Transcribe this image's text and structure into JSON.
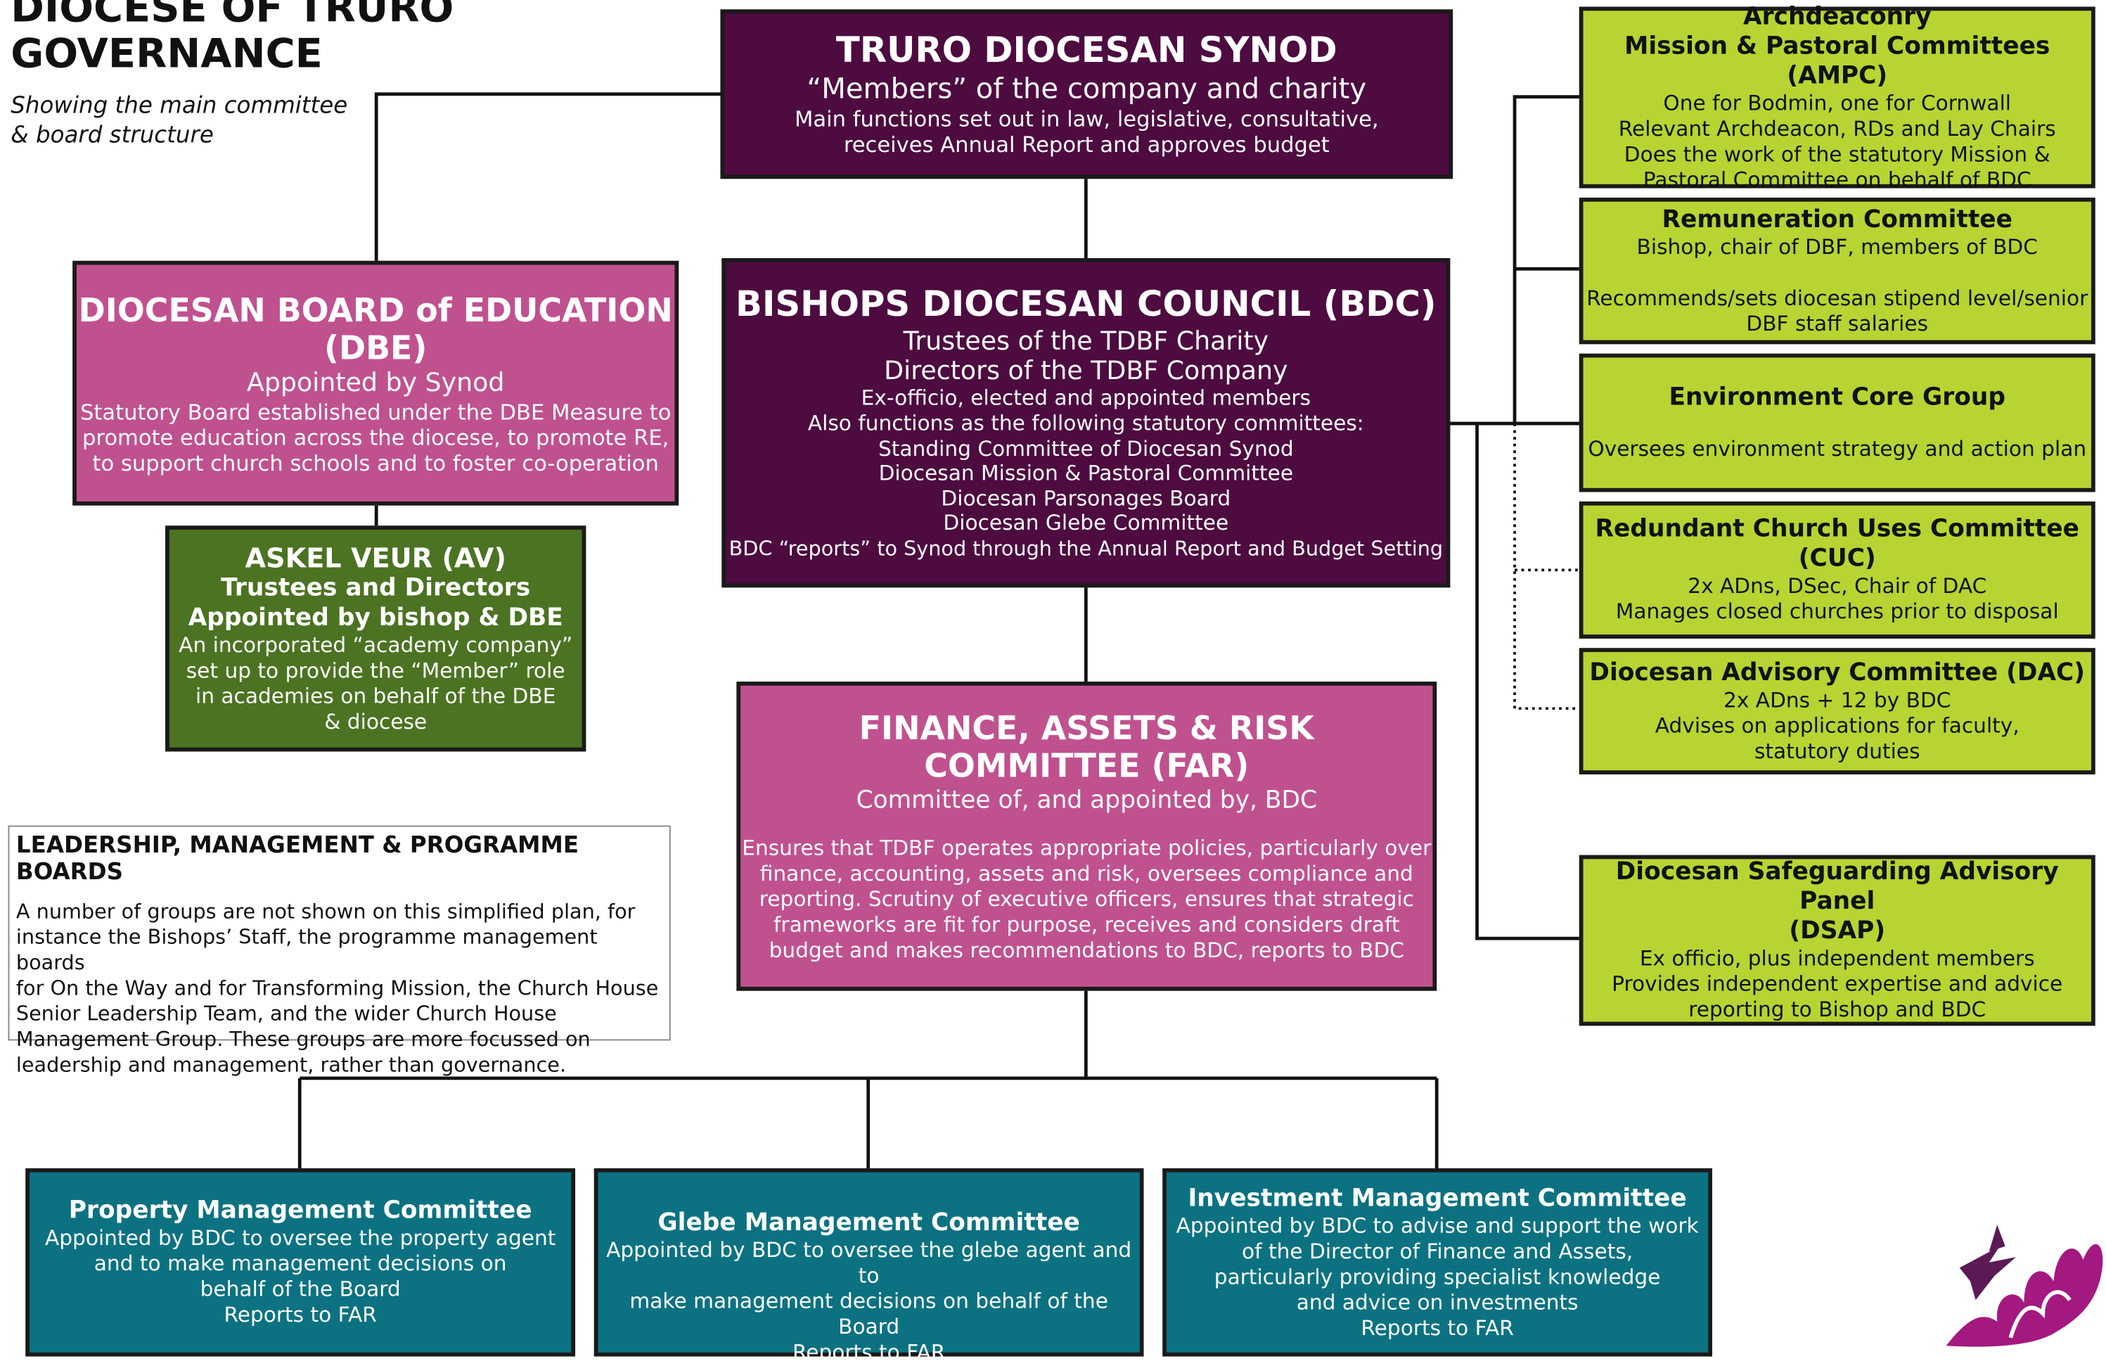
{
  "header": {
    "title_line1": "DIOCESE OF TRURO",
    "title_line2": "GOVERNANCE",
    "subtitle_line1": "Showing the main committee",
    "subtitle_line2": "& board structure"
  },
  "synod": {
    "title": "TRURO DIOCESAN SYNOD",
    "subtitle": "“Members” of the company and charity",
    "line1": "Main functions set out in law, legislative, consultative,",
    "line2": "receives Annual Report and approves budget"
  },
  "bdc": {
    "title": "BISHOPS DIOCESAN COUNCIL (BDC)",
    "sub1": "Trustees of the TDBF Charity",
    "sub2": "Directors of the TDBF Company",
    "lines": [
      "Ex-officio, elected and appointed members",
      "Also functions as the following statutory committees:",
      "Standing Committee of Diocesan Synod",
      "Diocesan Mission & Pastoral Committee",
      "Diocesan Parsonages Board",
      "Diocesan Glebe Committee",
      "BDC “reports” to Synod through the Annual Report and Budget Setting"
    ]
  },
  "dbe": {
    "title1": "DIOCESAN BOARD of EDUCATION",
    "title2": "(DBE)",
    "subtitle": "Appointed by Synod",
    "lines": [
      "Statutory Board established under the DBE Measure to",
      "promote education across the diocese, to promote RE,",
      "to support church schools and to foster co-operation"
    ]
  },
  "av": {
    "title": "ASKEL VEUR (AV)",
    "sub1": "Trustees and Directors",
    "sub2": "Appointed by bishop & DBE",
    "lines": [
      "An incorporated “academy company”",
      "set up to provide the “Member” role",
      "in academies on behalf of the DBE",
      "& diocese"
    ]
  },
  "far": {
    "title1": "FINANCE, ASSETS & RISK",
    "title2": "COMMITTEE (FAR)",
    "subtitle": "Committee of, and appointed by, BDC",
    "lines": [
      "Ensures that TDBF operates appropriate policies, particularly over",
      "finance, accounting, assets and risk, oversees compliance and",
      "reporting. Scrutiny of executive officers, ensures that strategic",
      "frameworks are fit for purpose, receives and considers draft",
      "budget and makes recommendations to BDC, reports to BDC"
    ]
  },
  "ampc": {
    "title1": "Archdeaconry",
    "title2": "Mission & Pastoral Committees (AMPC)",
    "lines": [
      "One for Bodmin, one for Cornwall",
      "Relevant Archdeacon, RDs and Lay Chairs",
      "Does the work of the statutory Mission &",
      "Pastoral Committee on behalf of BDC"
    ]
  },
  "remuneration": {
    "title": "Remuneration Committee",
    "line1": "Bishop, chair of DBF, members of BDC",
    "line2": "Recommends/sets diocesan stipend level/senior",
    "line3": "DBF staff salaries"
  },
  "environment": {
    "title": "Environment Core Group",
    "line1": "Oversees environment strategy and action plan"
  },
  "cuc": {
    "title1": "Redundant Church Uses Committee",
    "title2": "(CUC)",
    "line1": "2x ADns, DSec, Chair of DAC",
    "line2": "Manages closed churches prior to disposal"
  },
  "dac": {
    "title": "Diocesan Advisory Committee (DAC)",
    "line1": "2x ADns + 12 by BDC",
    "line2": "Advises on applications for faculty,",
    "line3": "statutory duties"
  },
  "dsap": {
    "title1": "Diocesan Safeguarding Advisory Panel",
    "title2": "(DSAP)",
    "line1": "Ex officio, plus independent members",
    "line2": "Provides independent expertise and advice",
    "line3": "reporting to Bishop and BDC"
  },
  "leadership_note": {
    "heading": "LEADERSHIP, MANAGEMENT & PROGRAMME BOARDS",
    "body": "A number of groups are not shown on this simplified plan, for\ninstance the Bishops’ Staff, the programme management boards\nfor On the Way and for Transforming Mission, the Church House\nSenior Leadership Team, and the wider Church House\nManagement Group.  These groups are more focussed on\nleadership and management, rather than governance."
  },
  "property": {
    "title": "Property Management Committee",
    "lines": [
      "Appointed by BDC to oversee the property agent",
      "and to make management decisions on",
      "behalf of the Board",
      "Reports to FAR"
    ]
  },
  "glebe": {
    "title": "Glebe Management Committee",
    "lines": [
      "Appointed by BDC to oversee the glebe agent and to",
      "make management decisions on behalf of the Board",
      "Reports to FAR"
    ]
  },
  "investment": {
    "title": "Investment Management Committee",
    "lines": [
      "Appointed by BDC to advise and support the work",
      "of the Director of Finance and Assets,",
      "particularly providing specialist knowledge",
      "and advice on investments",
      "Reports to FAR"
    ]
  },
  "logo": {
    "icon": "diocese-logo-icon",
    "colors": [
      "#5b1a55",
      "#a4197f"
    ]
  },
  "colors": {
    "purple": "#4d0b40",
    "pink": "#c0518f",
    "green": "#4b7322",
    "lime": "#b7d432",
    "teal": "#0c7281"
  }
}
